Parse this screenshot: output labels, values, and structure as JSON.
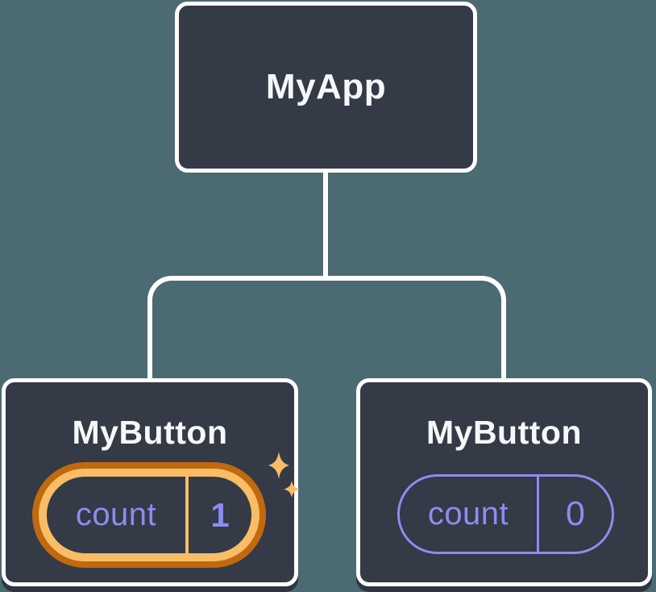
{
  "colors": {
    "background": "#4C6A72",
    "card_fill": "#343A46",
    "card_border": "#FFFFFF",
    "connector": "#FFFFFF",
    "state_purple": "#8B8DF0",
    "highlight_orange_dark": "#C1690F",
    "highlight_orange_light": "#F8BD65",
    "card_shadow": "#2F343E",
    "title_text": "#F6F7F9"
  },
  "icons": {
    "sparkles": "✦"
  },
  "tree": {
    "root": {
      "label": "MyApp"
    },
    "children": [
      {
        "label": "MyButton",
        "state_name": "count",
        "state_value": "1",
        "highlighted": true
      },
      {
        "label": "MyButton",
        "state_name": "count",
        "state_value": "0",
        "highlighted": false
      }
    ]
  }
}
